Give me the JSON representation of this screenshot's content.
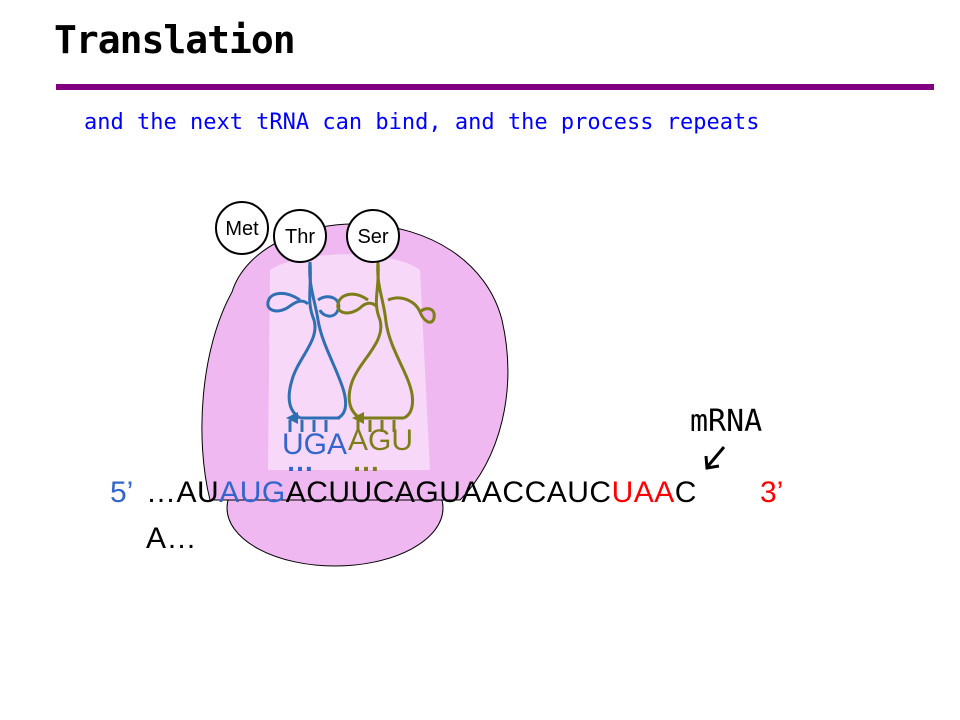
{
  "title": "Translation",
  "subtitle": "and the next tRNA can bind, and the process repeats",
  "amino_acids": [
    "Met",
    "Thr",
    "Ser"
  ],
  "anticodons": {
    "trna1": "UGA",
    "trna2": "AGU",
    "dots": "…"
  },
  "mrna": {
    "label": "mRNA",
    "five_prime": "5’",
    "three_prime": "3’",
    "seg_a": "…AU",
    "seg_start": "AUG",
    "seg_mid": "ACUUCAGUAACCAUC",
    "seg_stop": "UAA",
    "seg_end": "C",
    "line2": "A…"
  },
  "colors": {
    "ribosome": "#f0b8f0",
    "ribosome_inner": "#f8d8f8",
    "trna1": "#2f6fb3",
    "trna2": "#7d7d1a",
    "divider": "#800080",
    "subtitle": "#0000ff"
  }
}
